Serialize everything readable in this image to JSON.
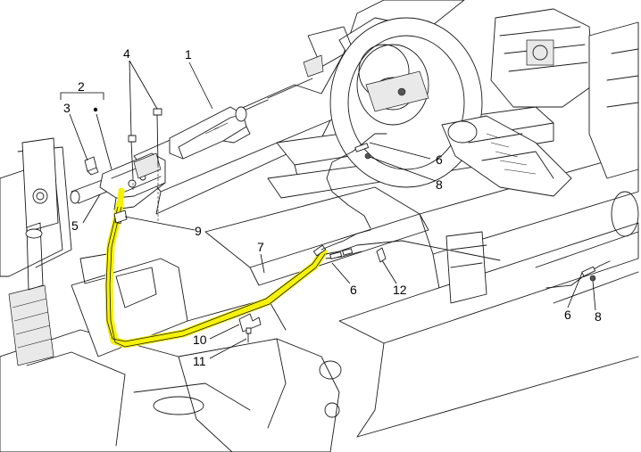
{
  "diagram": {
    "callouts": {
      "c1": "1",
      "c2": "2",
      "c3": "3",
      "c4": "4",
      "c5": "5",
      "c6a": "6",
      "c6b": "6",
      "c6c": "6",
      "c7": "7",
      "c8a": "8",
      "c8b": "8",
      "c9": "9",
      "c10": "10",
      "c11": "11",
      "c12": "12"
    },
    "colors": {
      "highlight": "#f5f20a",
      "line": "#1a1a1a",
      "background": "#ffffff"
    }
  }
}
